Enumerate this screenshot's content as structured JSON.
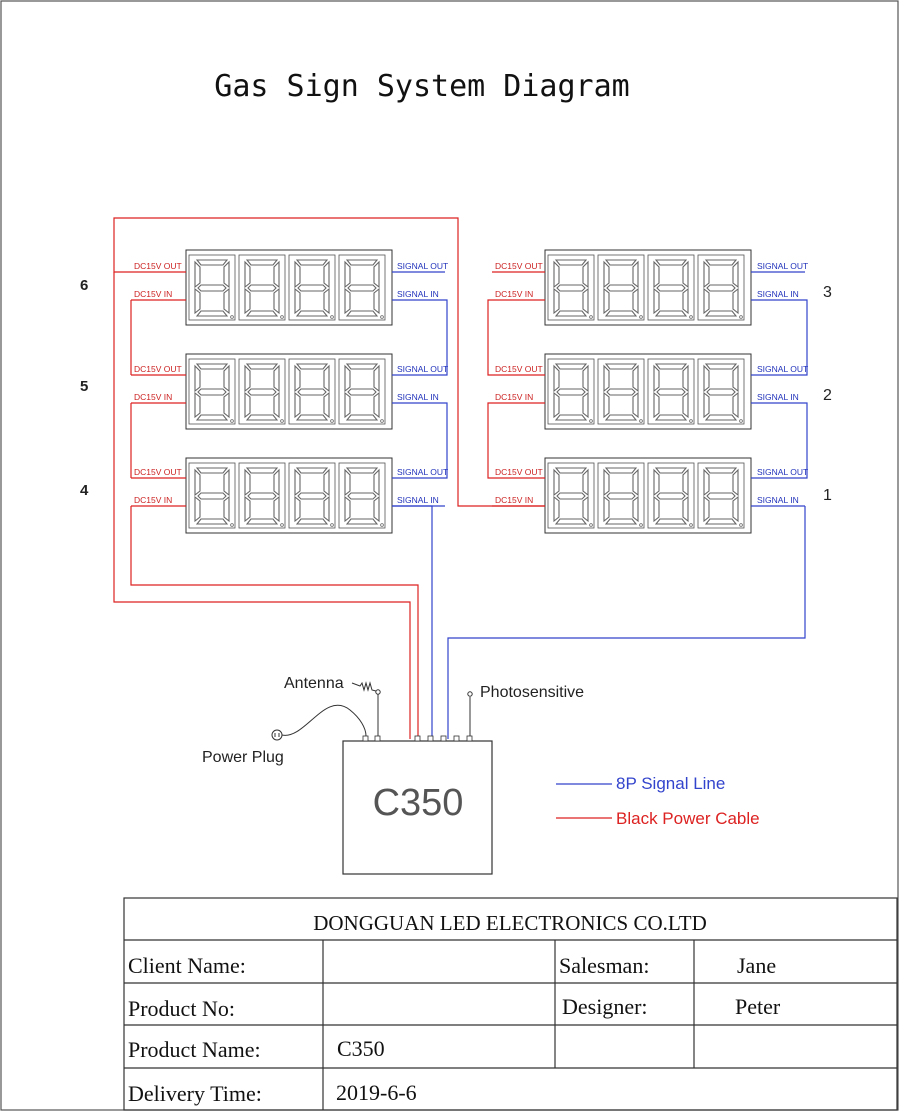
{
  "title": "Gas Sign  System Diagram",
  "labels": {
    "dc_out": "DC15V OUT",
    "dc_in": "DC15V IN",
    "sig_out": "SIGNAL OUT",
    "sig_in": "SIGNAL IN",
    "antenna": "Antenna",
    "photo": "Photosensitive",
    "plug": "Power Plug",
    "controller": "C350"
  },
  "panel_numbers": {
    "p1": "1",
    "p2": "2",
    "p3": "3",
    "p4": "4",
    "p5": "5",
    "p6": "6"
  },
  "legend": {
    "signal": "8P Signal Line",
    "power": "Black Power Cable",
    "signal_color": "#3344cc",
    "power_color": "#dd2222"
  },
  "table": {
    "company": "DONGGUAN LED ELECTRONICS CO.LTD",
    "client_label": "Client Name:",
    "client_value": "",
    "salesman_label": "Salesman:",
    "salesman_value": "Jane",
    "product_no_label": "Product No:",
    "product_no_value": "",
    "designer_label": "Designer:",
    "designer_value": "Peter",
    "product_name_label": "Product Name:",
    "product_name_value": "C350",
    "delivery_label": "Delivery Time:",
    "delivery_value": "2019-6-6"
  }
}
